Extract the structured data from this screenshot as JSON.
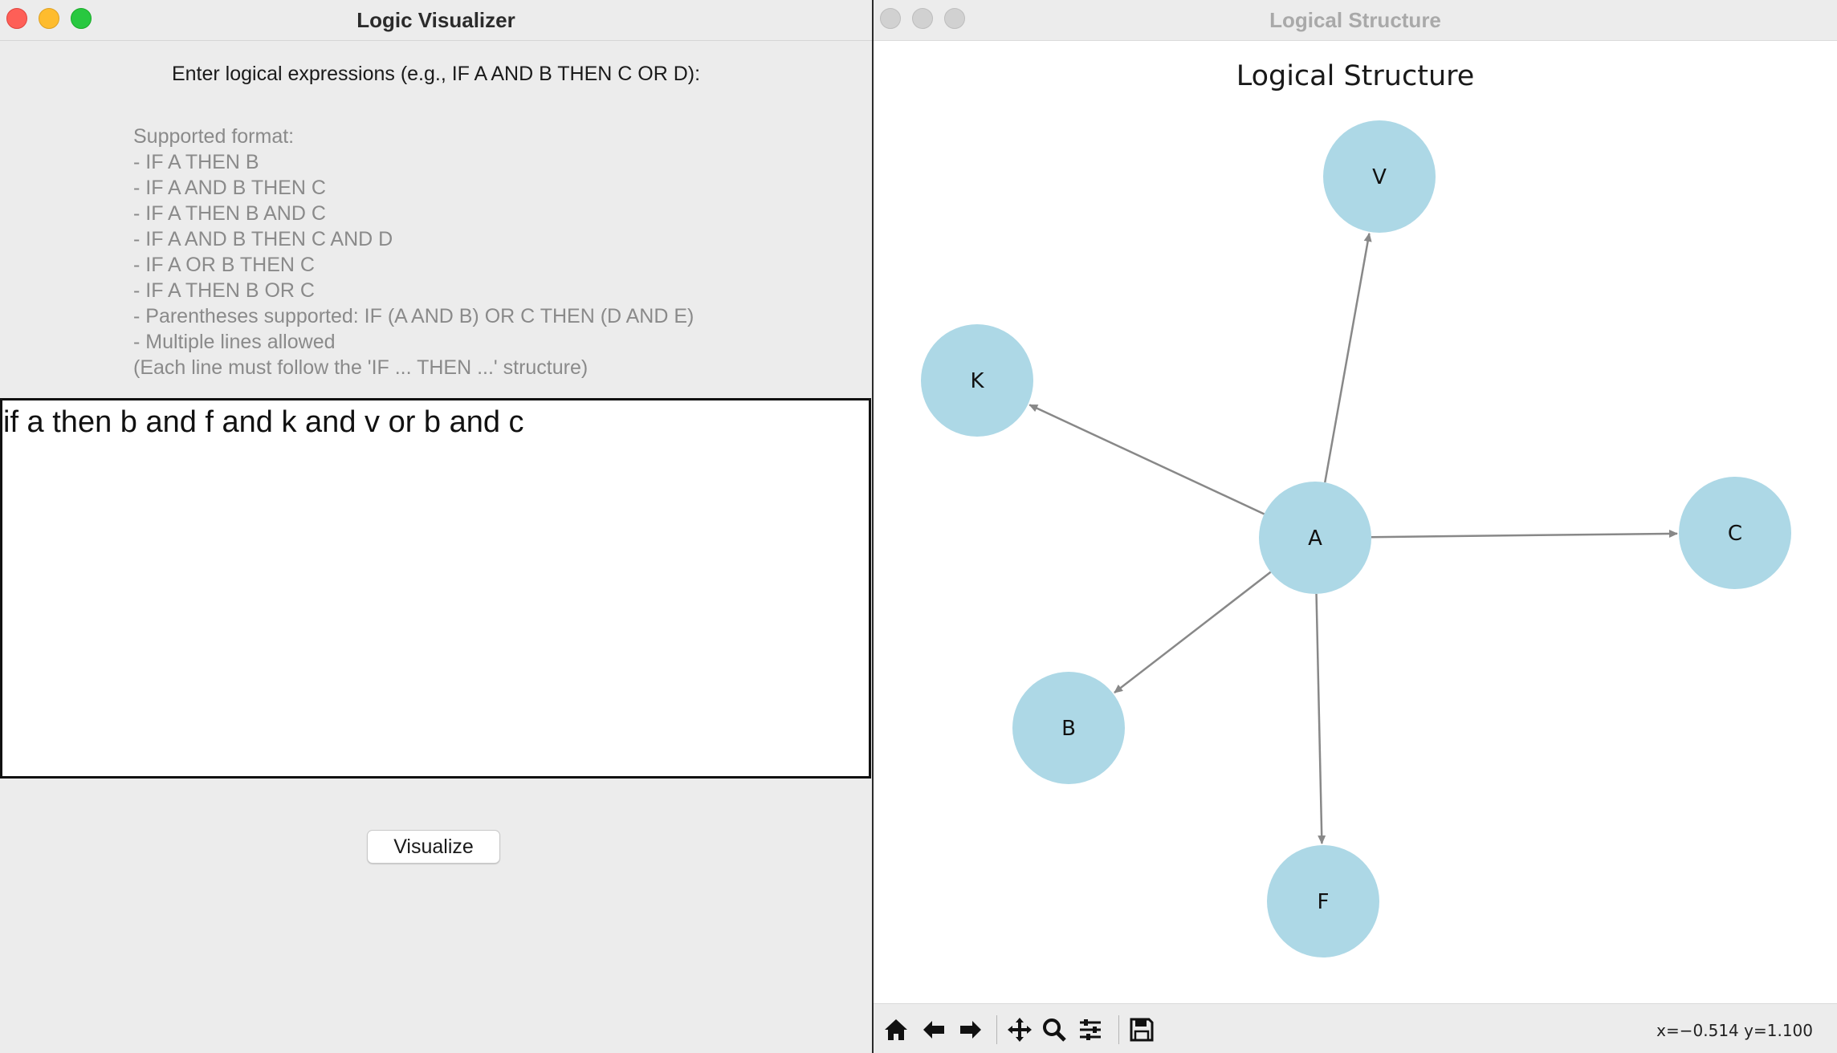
{
  "left_window": {
    "title": "Logic Visualizer",
    "prompt": "Enter logical expressions (e.g., IF A AND B THEN C OR D):",
    "help_lines": [
      "Supported format:",
      "- IF A THEN B",
      "- IF A AND B THEN C",
      "- IF A THEN B AND C",
      "- IF A AND B THEN C AND D",
      "- IF A OR B THEN C",
      "- IF A THEN B OR C",
      "- Parentheses supported: IF (A AND B) OR C THEN (D AND E)",
      "- Multiple lines allowed",
      "(Each line must follow the 'IF ... THEN ...' structure)"
    ],
    "input_text": "if a then b and f and k and v or b and c",
    "visualize_label": "Visualize"
  },
  "right_window": {
    "title": "Logical Structure",
    "figure_title": "Logical Structure",
    "coords_readout": "x=−0.514 y=1.100",
    "toolbar_icons": [
      "home-icon",
      "back-icon",
      "forward-icon",
      "pan-icon",
      "zoom-icon",
      "configure-icon",
      "save-icon"
    ]
  },
  "graph": {
    "node_color": "#add8e6",
    "edge_color": "#888888",
    "nodes": [
      {
        "id": "A",
        "label": "A"
      },
      {
        "id": "V",
        "label": "V"
      },
      {
        "id": "K",
        "label": "K"
      },
      {
        "id": "C",
        "label": "C"
      },
      {
        "id": "B",
        "label": "B"
      },
      {
        "id": "F",
        "label": "F"
      }
    ],
    "edges": [
      {
        "from": "A",
        "to": "V"
      },
      {
        "from": "A",
        "to": "K"
      },
      {
        "from": "A",
        "to": "C"
      },
      {
        "from": "A",
        "to": "B"
      },
      {
        "from": "A",
        "to": "F"
      }
    ]
  }
}
